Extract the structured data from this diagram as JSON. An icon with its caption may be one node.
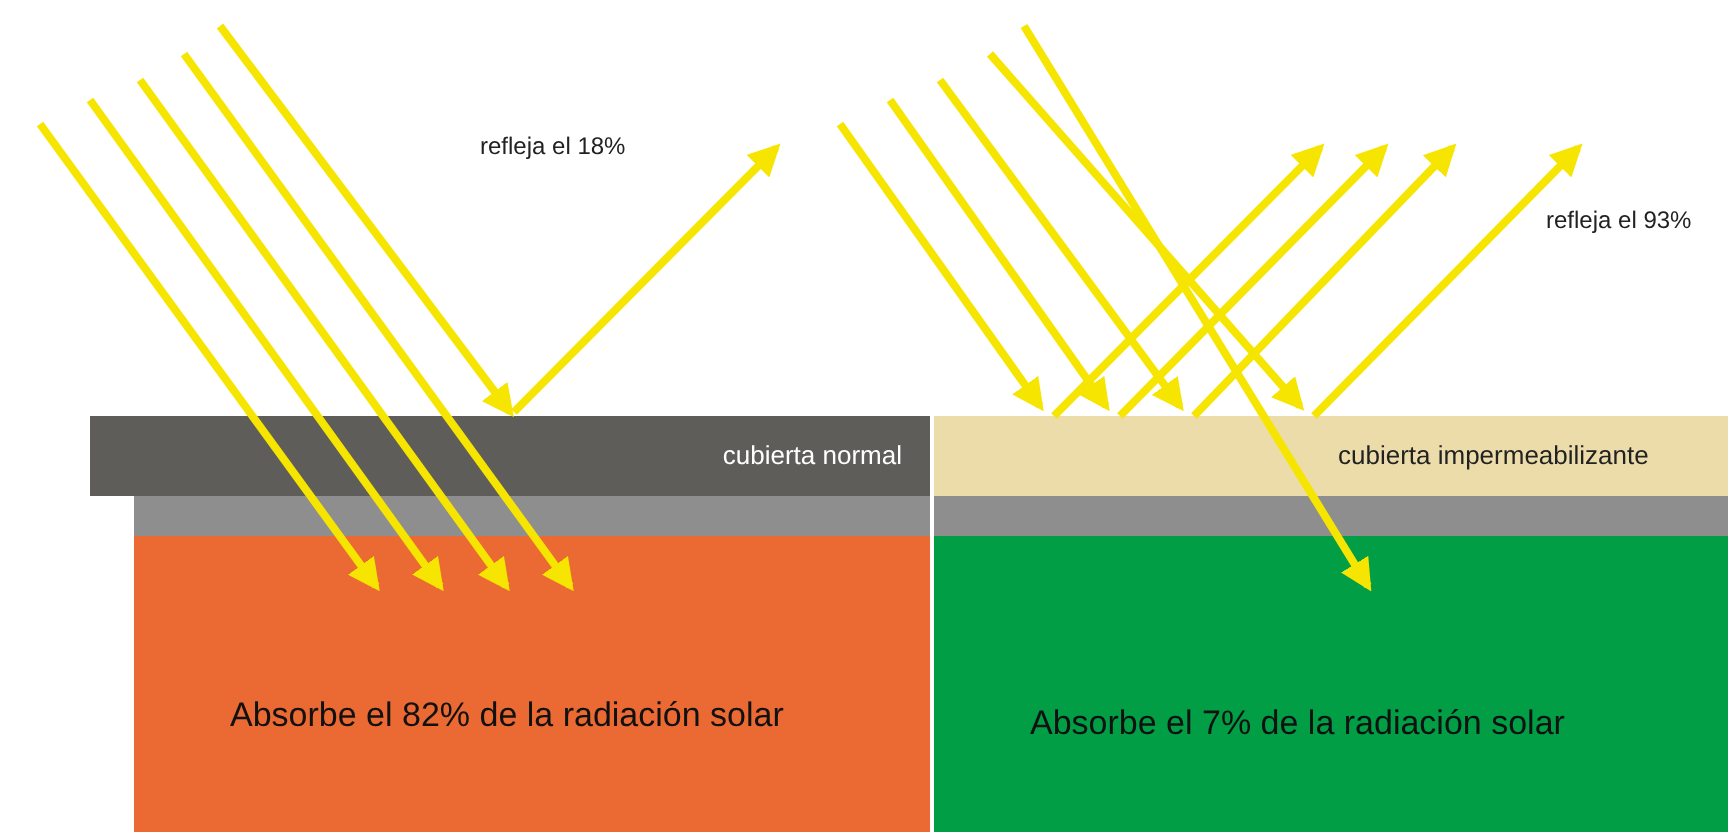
{
  "diagram": {
    "nodes": [
      {
        "text": [
          "cubierta normal"
        ]
      },
      {
        "text": [
          "cubierta impermeabilizante"
        ]
      },
      {
        "text": [],
        "shape": "bar"
      },
      {
        "text": [],
        "shape": "bar"
      },
      {
        "text": [
          "Absorbe el 82% de la radiación solar"
        ]
      },
      {
        "text": [
          "Absorbe el 7% de la radiación solar"
        ]
      }
    ],
    "labels": [
      "refleja el 18%",
      "refleja el 93%"
    ]
  }
}
